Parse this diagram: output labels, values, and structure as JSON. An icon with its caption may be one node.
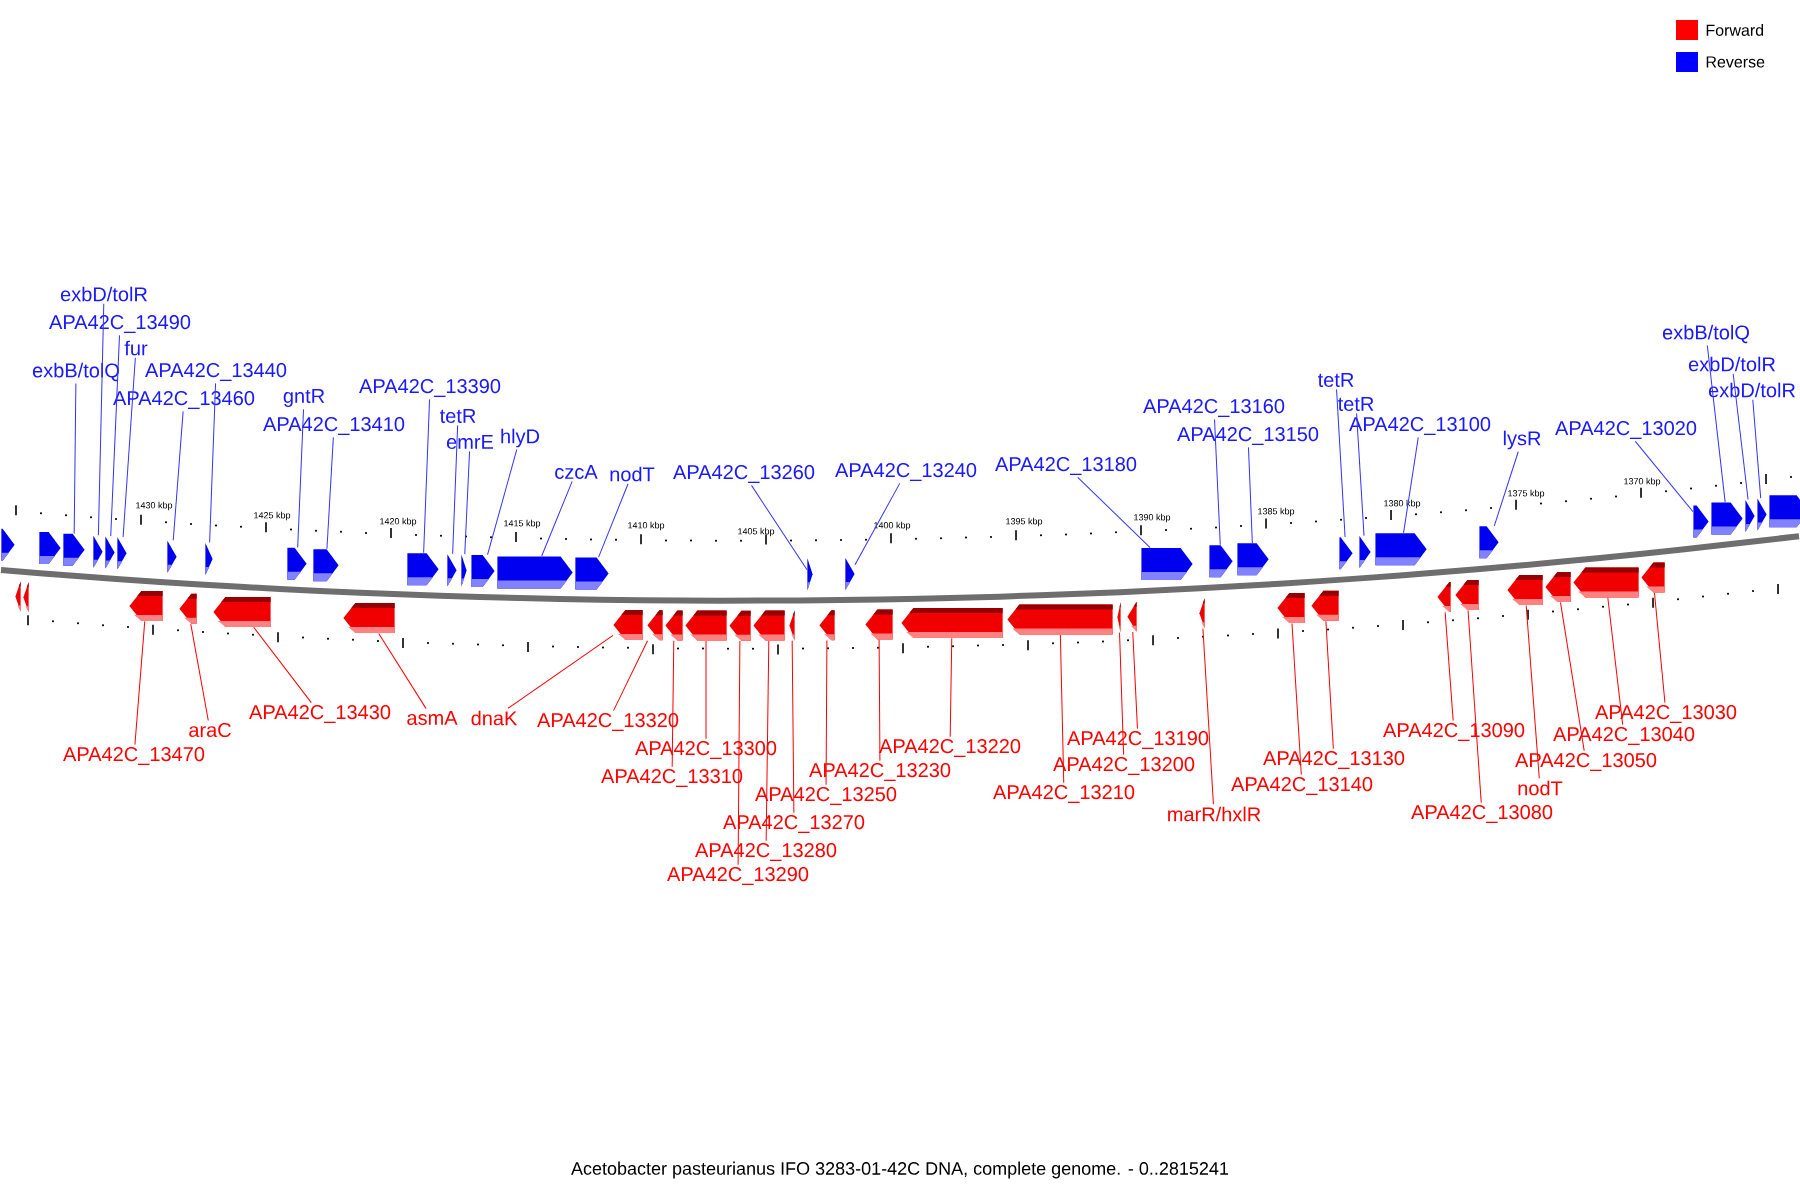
{
  "diagram": {
    "caption": "Acetobacter pasteurianus IFO 3283-01-42C DNA, complete genome. - 0..2815241",
    "nodes": [
      {
        "text": [
          "exbD/tolR"
        ]
      },
      {
        "text": [
          "APA42C_13490"
        ]
      },
      {
        "text": [
          "fur"
        ]
      },
      {
        "text": [
          "exbB/tolQ"
        ]
      },
      {
        "text": [
          "APA42C_13440"
        ]
      },
      {
        "text": [
          "APA42C_13460"
        ]
      },
      {
        "text": [
          "gntR"
        ]
      },
      {
        "text": [
          "APA42C_13410"
        ]
      },
      {
        "text": [
          "APA42C_13390"
        ]
      },
      {
        "text": [
          "tetR"
        ]
      },
      {
        "text": [
          "emrE"
        ]
      },
      {
        "text": [
          "hlyD"
        ]
      },
      {
        "text": [
          "czcA"
        ]
      },
      {
        "text": [
          "nodT"
        ]
      },
      {
        "text": [
          "APA42C_13260"
        ]
      },
      {
        "text": [
          "APA42C_13240"
        ]
      },
      {
        "text": [
          "APA42C_13180"
        ]
      },
      {
        "text": [
          "APA42C_13160"
        ]
      },
      {
        "text": [
          "APA42C_13150"
        ]
      },
      {
        "text": [
          "tetR"
        ]
      },
      {
        "text": [
          "tetR"
        ]
      },
      {
        "text": [
          "APA42C_13100"
        ]
      },
      {
        "text": [
          "lysR"
        ]
      },
      {
        "text": [
          "APA42C_13020"
        ]
      },
      {
        "text": [
          "exbB/tolQ"
        ]
      },
      {
        "text": [
          "exbD/tolR"
        ]
      },
      {
        "text": [
          "exbD/tolR"
        ]
      },
      {
        "text": [
          "APA42C_13470"
        ]
      },
      {
        "text": [
          "araC"
        ]
      },
      {
        "text": [
          "APA42C_13430"
        ]
      },
      {
        "text": [
          "asmA"
        ]
      },
      {
        "text": [
          "dnaK"
        ]
      },
      {
        "text": [
          "APA42C_13320"
        ]
      },
      {
        "text": [
          "APA42C_13300"
        ]
      },
      {
        "text": [
          "APA42C_13310"
        ]
      },
      {
        "text": [
          "APA42C_13250"
        ]
      },
      {
        "text": [
          "APA42C_13270"
        ]
      },
      {
        "text": [
          "APA42C_13280"
        ]
      },
      {
        "text": [
          "APA42C_13290"
        ]
      },
      {
        "text": [
          "APA42C_13230"
        ]
      },
      {
        "text": [
          "APA42C_13220"
        ]
      },
      {
        "text": [
          "APA42C_13190"
        ]
      },
      {
        "text": [
          "APA42C_13200"
        ]
      },
      {
        "text": [
          "APA42C_13210"
        ]
      },
      {
        "text": [
          "marR/hxlR"
        ]
      },
      {
        "text": [
          "APA42C_13130"
        ]
      },
      {
        "text": [
          "APA42C_13140"
        ]
      },
      {
        "text": [
          "APA42C_13090"
        ]
      },
      {
        "text": [
          "APA42C_13080"
        ]
      },
      {
        "text": [
          "nodT"
        ]
      },
      {
        "text": [
          "APA42C_13050"
        ]
      },
      {
        "text": [
          "APA42C_13040"
        ]
      },
      {
        "text": [
          "APA42C_13030"
        ]
      },
      {
        "text": [],
        "shape": "arrow"
      },
      {
        "text": [],
        "shape": "arrow"
      },
      {
        "text": [],
        "shape": "arrow"
      },
      {
        "text": [],
        "shape": "arrow"
      },
      {
        "text": [],
        "shape": "arrow"
      },
      {
        "text": [],
        "shape": "arrow"
      },
      {
        "text": [],
        "shape": "arrow"
      },
      {
        "text": [],
        "shape": "arrow"
      },
      {
        "text": [],
        "shape": "arrow"
      },
      {
        "text": [],
        "shape": "arrow"
      },
      {
        "text": [],
        "shape": "arrow"
      },
      {
        "text": [],
        "shape": "arrow"
      },
      {
        "text": [],
        "shape": "arrow"
      },
      {
        "text": [],
        "shape": "arrow"
      },
      {
        "text": [],
        "shape": "arrow"
      },
      {
        "text": [],
        "shape": "arrow"
      },
      {
        "text": [],
        "shape": "arrow"
      },
      {
        "text": [],
        "shape": "arrow"
      },
      {
        "text": [],
        "shape": "arrow"
      },
      {
        "text": [],
        "shape": "arrow"
      },
      {
        "text": [],
        "shape": "arrow"
      },
      {
        "text": [],
        "shape": "arrow"
      },
      {
        "text": [],
        "shape": "arrow"
      },
      {
        "text": [],
        "shape": "arrow"
      },
      {
        "text": [],
        "shape": "arrow"
      },
      {
        "text": [],
        "shape": "arrow"
      },
      {
        "text": [],
        "shape": "arrow"
      },
      {
        "text": [],
        "shape": "arrow"
      },
      {
        "text": [],
        "shape": "arrow"
      },
      {
        "text": [],
        "shape": "arrow"
      },
      {
        "text": [],
        "shape": "arrow"
      },
      {
        "text": [],
        "shape": "arrow"
      },
      {
        "text": [],
        "shape": "arrow"
      },
      {
        "text": [],
        "shape": "arrow"
      },
      {
        "text": [],
        "shape": "arrow"
      },
      {
        "text": [],
        "shape": "arrow"
      },
      {
        "text": [],
        "shape": "arrow"
      },
      {
        "text": [],
        "shape": "arrow"
      },
      {
        "text": [],
        "shape": "arrow"
      },
      {
        "text": [],
        "shape": "arrow"
      },
      {
        "text": [],
        "shape": "arrow"
      },
      {
        "text": [],
        "shape": "arrow"
      },
      {
        "text": [],
        "shape": "arrow"
      },
      {
        "text": [],
        "shape": "arrow"
      },
      {
        "text": [],
        "shape": "arrow"
      },
      {
        "text": [],
        "shape": "arrow"
      },
      {
        "text": [],
        "shape": "arrow"
      },
      {
        "text": [],
        "shape": "arrow"
      },
      {
        "text": [],
        "shape": "arrow"
      },
      {
        "text": [],
        "shape": "arrow"
      },
      {
        "text": [],
        "shape": "arrow"
      },
      {
        "text": [],
        "shape": "arrow"
      },
      {
        "text": [],
        "shape": "arrow"
      },
      {
        "text": [],
        "shape": "arrow"
      },
      {
        "text": [],
        "shape": "arrow"
      },
      {
        "text": [],
        "shape": "arrow"
      },
      {
        "text": [],
        "shape": "arrow"
      },
      {
        "text": [],
        "shape": "arrow"
      }
    ],
    "edges": [
      {
        "from": 0,
        "to": 56,
        "arrow": "none"
      },
      {
        "from": 1,
        "to": 57,
        "arrow": "none"
      },
      {
        "from": 2,
        "to": 58,
        "arrow": "none"
      },
      {
        "from": 3,
        "to": 55,
        "arrow": "none"
      },
      {
        "from": 4,
        "to": 60,
        "arrow": "none"
      },
      {
        "from": 5,
        "to": 59,
        "arrow": "none"
      },
      {
        "from": 6,
        "to": 61,
        "arrow": "none"
      },
      {
        "from": 7,
        "to": 62,
        "arrow": "none"
      },
      {
        "from": 8,
        "to": 63,
        "arrow": "none"
      },
      {
        "from": 9,
        "to": 64,
        "arrow": "none"
      },
      {
        "from": 10,
        "to": 65,
        "arrow": "none"
      },
      {
        "from": 11,
        "to": 66,
        "arrow": "none"
      },
      {
        "from": 12,
        "to": 67,
        "arrow": "none"
      },
      {
        "from": 13,
        "to": 68,
        "arrow": "none"
      },
      {
        "from": 14,
        "to": 69,
        "arrow": "none"
      },
      {
        "from": 15,
        "to": 70,
        "arrow": "none"
      },
      {
        "from": 16,
        "to": 71,
        "arrow": "none"
      },
      {
        "from": 17,
        "to": 72,
        "arrow": "none"
      },
      {
        "from": 18,
        "to": 73,
        "arrow": "none"
      },
      {
        "from": 19,
        "to": 74,
        "arrow": "none"
      },
      {
        "from": 20,
        "to": 75,
        "arrow": "none"
      },
      {
        "from": 21,
        "to": 76,
        "arrow": "none"
      },
      {
        "from": 22,
        "to": 77,
        "arrow": "none"
      },
      {
        "from": 23,
        "to": 78,
        "arrow": "none"
      },
      {
        "from": 24,
        "to": 79,
        "arrow": "none"
      },
      {
        "from": 25,
        "to": 80,
        "arrow": "none"
      },
      {
        "from": 26,
        "to": 81,
        "arrow": "none"
      },
      {
        "from": 27,
        "to": 85,
        "arrow": "none",
        "color": "#ff0000"
      },
      {
        "from": 28,
        "to": 86,
        "arrow": "none",
        "color": "#ff0000"
      },
      {
        "from": 29,
        "to": 87,
        "arrow": "none",
        "color": "#ff0000"
      },
      {
        "from": 30,
        "to": 88,
        "arrow": "none",
        "color": "#ff0000"
      },
      {
        "from": 31,
        "to": 89,
        "arrow": "none",
        "color": "#ff0000"
      },
      {
        "from": 32,
        "to": 90,
        "arrow": "none",
        "color": "#ff0000"
      },
      {
        "from": 33,
        "to": 92,
        "arrow": "none",
        "color": "#ff0000"
      },
      {
        "from": 34,
        "to": 91,
        "arrow": "none",
        "color": "#ff0000"
      },
      {
        "from": 35,
        "to": 96,
        "arrow": "none",
        "color": "#ff0000"
      },
      {
        "from": 36,
        "to": 95,
        "arrow": "none",
        "color": "#ff0000"
      },
      {
        "from": 37,
        "to": 94,
        "arrow": "none",
        "color": "#ff0000"
      },
      {
        "from": 38,
        "to": 93,
        "arrow": "none",
        "color": "#ff0000"
      },
      {
        "from": 39,
        "to": 97,
        "arrow": "none",
        "color": "#ff0000"
      },
      {
        "from": 40,
        "to": 98,
        "arrow": "none",
        "color": "#ff0000"
      },
      {
        "from": 41,
        "to": 101,
        "arrow": "none",
        "color": "#ff0000"
      },
      {
        "from": 42,
        "to": 100,
        "arrow": "none",
        "color": "#ff0000"
      },
      {
        "from": 43,
        "to": 99,
        "arrow": "none",
        "color": "#ff0000"
      },
      {
        "from": 44,
        "to": 102,
        "arrow": "none",
        "color": "#ff0000"
      },
      {
        "from": 45,
        "to": 104,
        "arrow": "none",
        "color": "#ff0000"
      },
      {
        "from": 46,
        "to": 103,
        "arrow": "none",
        "color": "#ff0000"
      },
      {
        "from": 47,
        "to": 105,
        "arrow": "none",
        "color": "#ff0000"
      },
      {
        "from": 48,
        "to": 106,
        "arrow": "none",
        "color": "#ff0000"
      },
      {
        "from": 49,
        "to": 107,
        "arrow": "none",
        "color": "#ff0000"
      },
      {
        "from": 50,
        "to": 108,
        "arrow": "none",
        "color": "#ff0000"
      },
      {
        "from": 51,
        "to": 109,
        "arrow": "none",
        "color": "#ff0000"
      },
      {
        "from": 52,
        "to": 110,
        "arrow": "none",
        "color": "#ff0000"
      }
    ],
    "labels": [
      "1430 kbp",
      "1425 kbp",
      "1420 kbp",
      "1415 kbp",
      "1410 kbp",
      "1405 kbp",
      "1400 kbp",
      "1395 kbp",
      "1390 kbp",
      "1385 kbp",
      "1380 kbp",
      "1375 kbp",
      "1370 kbp"
    ],
    "legend": [
      {
        "text": "Forward",
        "color": "#ff0000"
      },
      {
        "text": "Reverse",
        "color": "#0000ff"
      }
    ]
  }
}
